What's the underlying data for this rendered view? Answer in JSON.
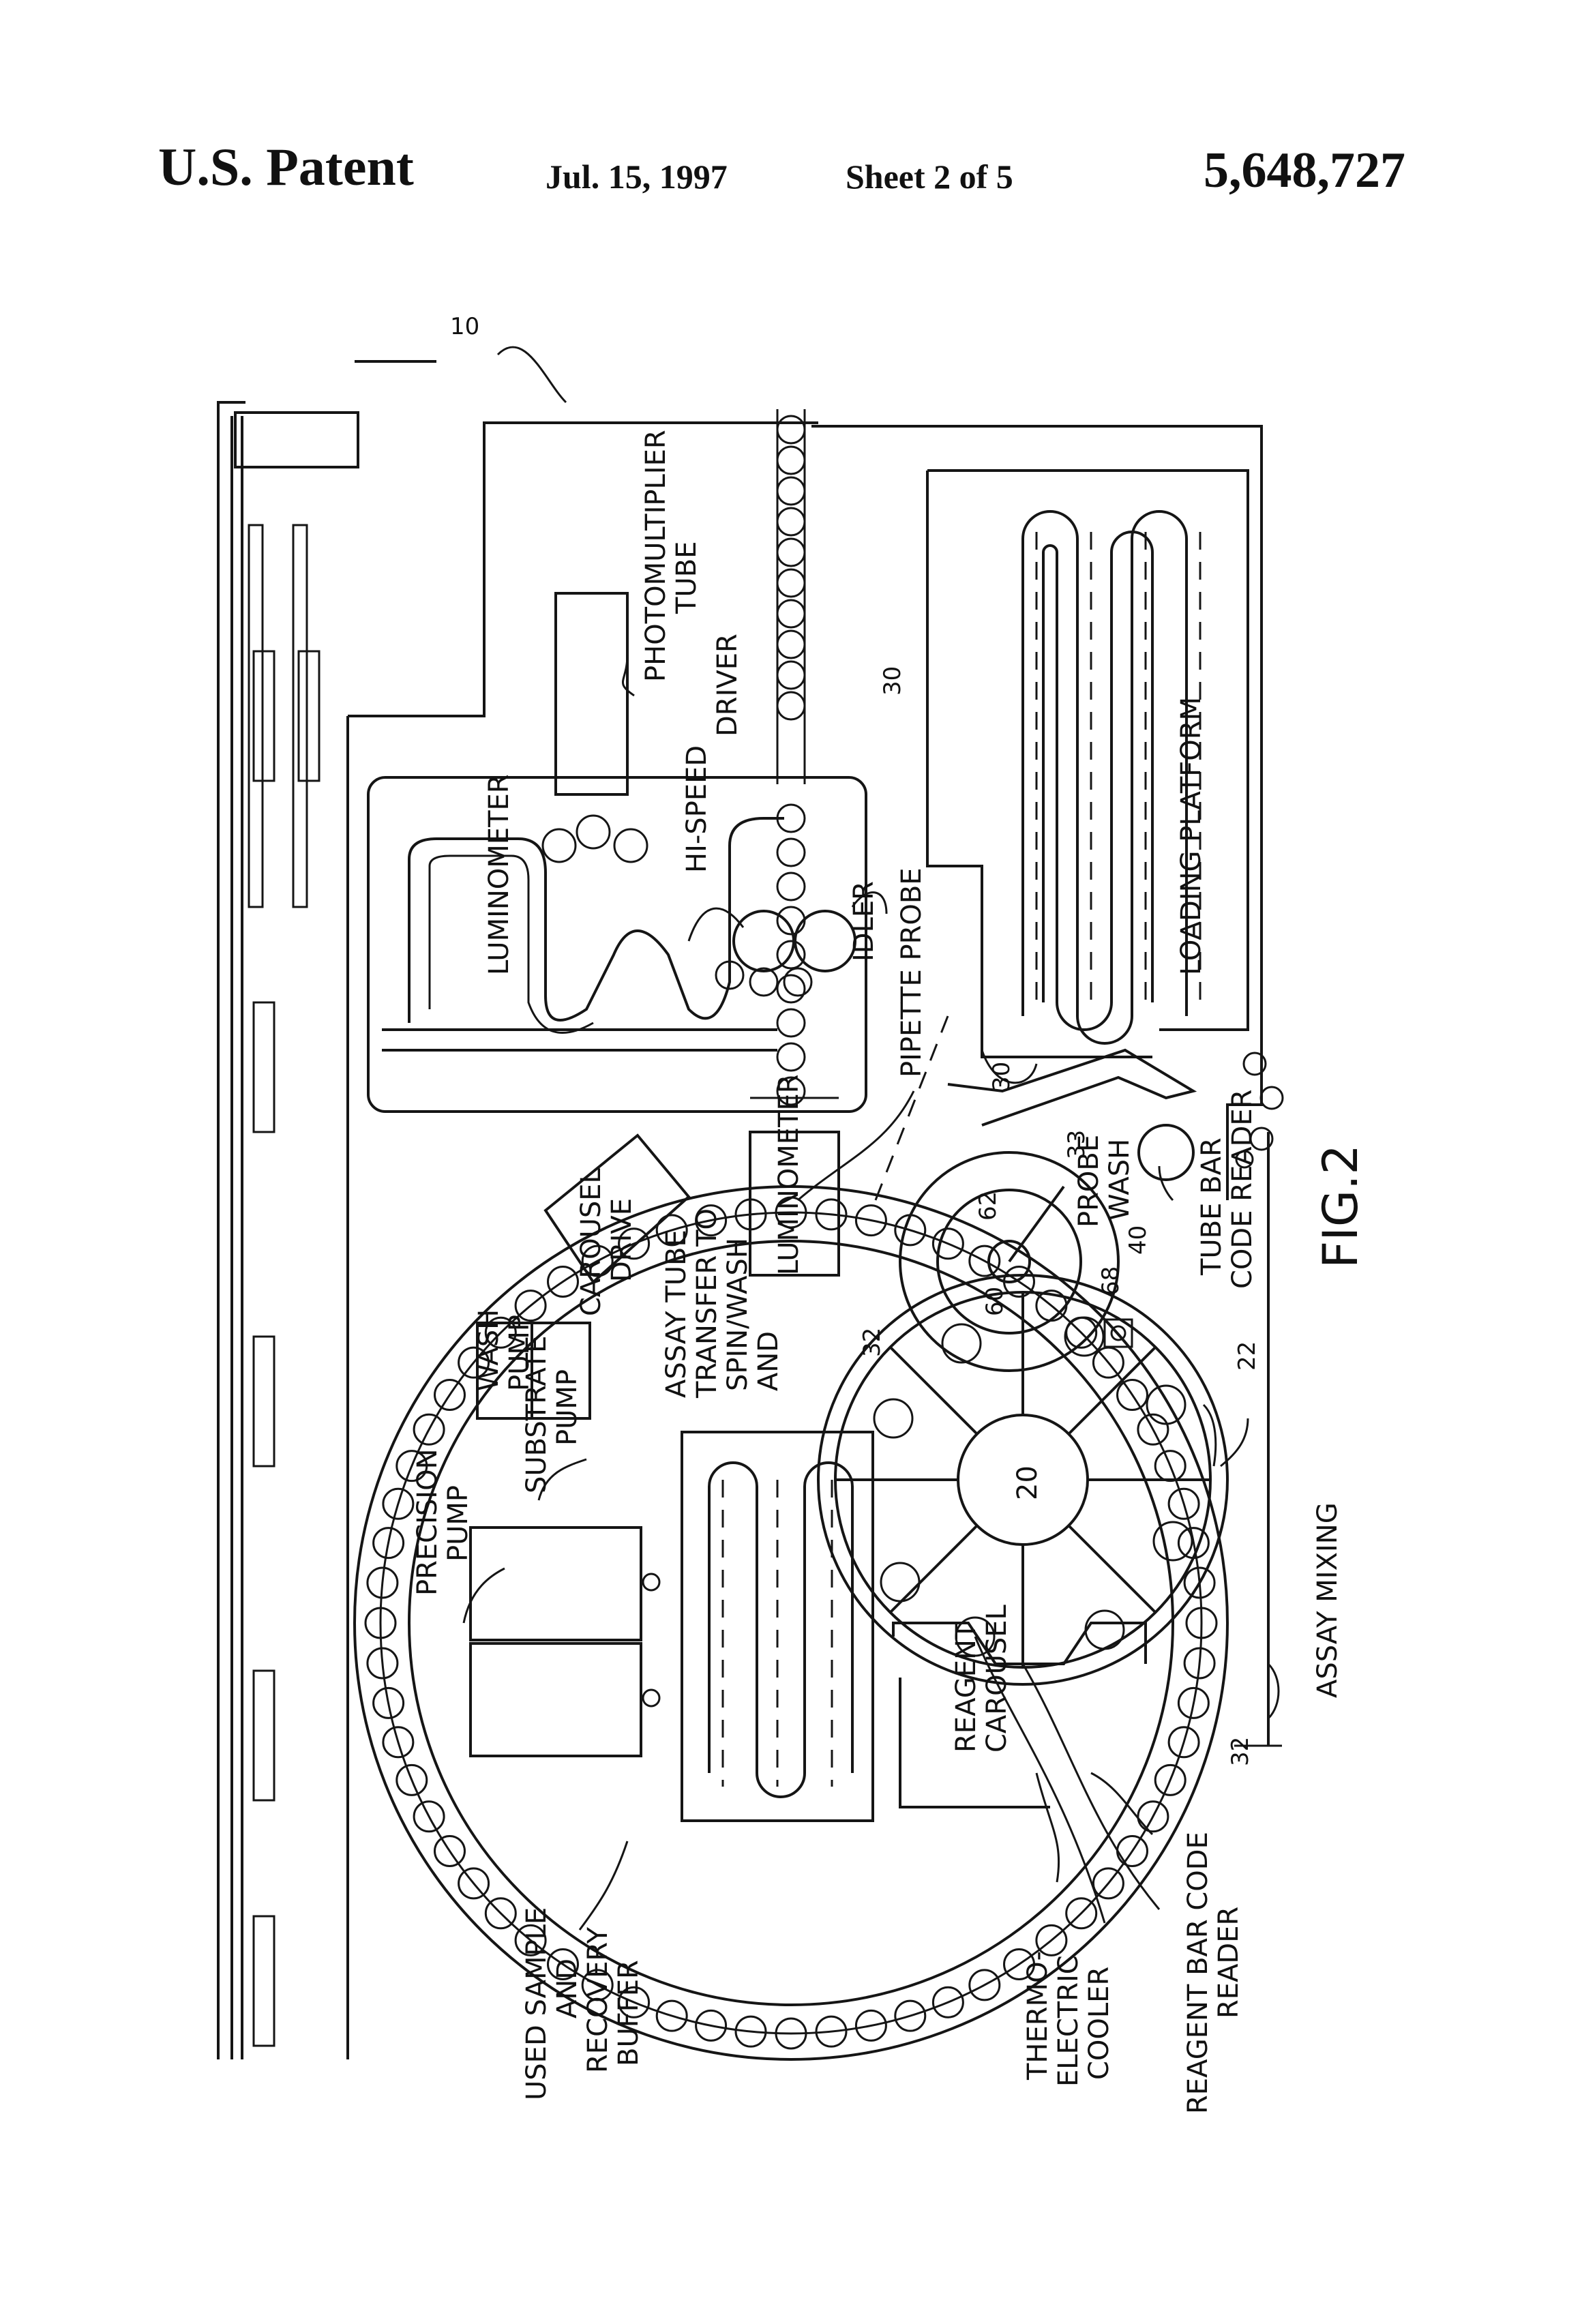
{
  "header": {
    "patent_label": "U.S. Patent",
    "date": "Jul. 15, 1997",
    "sheet": "Sheet 2 of 5",
    "patent_number": "5,648,727"
  },
  "figure": {
    "fig_label": "FIG.2",
    "labels": {
      "ref_10": "10",
      "photomultiplier": "PHOTOMULTIPLIER",
      "tube": "TUBE",
      "hi_speed": "HI-SPEED",
      "driver": "DRIVER",
      "ref_30_top": "30",
      "luminometer_top": "LUMINOMETER",
      "idler": "IDLER",
      "pipette_probe": "PIPETTE PROBE",
      "loading_platform": "LOADING PLATFORM",
      "ref_30_mid": "30",
      "carousel": "CAROUSEL",
      "drive": "DRIVE",
      "luminometer_mid": "LUMINOMETER",
      "ref_33": "33",
      "probe": "PROBE",
      "wash_probe": "WASH",
      "ref_62": "62",
      "ref_40": "40",
      "tube_bar": "TUBE BAR",
      "code_reader": "CODE READER",
      "wash_pump_1": "WASH",
      "wash_pump_2": "PUMP",
      "assay_tube_1": "ASSAY TUBE",
      "assay_tube_2": "TRANSFER TO",
      "assay_tube_3": "SPIN/WASH",
      "assay_tube_4": "AND",
      "ref_60": "60",
      "ref_68": "68",
      "ref_32_a": "32",
      "substrate": "SUBSTRATE",
      "pump_sub": "PUMP",
      "ref_22": "22",
      "ref_20": "20",
      "precision": "PRECISION",
      "pump_prec": "PUMP",
      "assay_mixing": "ASSAY MIXING",
      "reagent": "REAGENT",
      "carousel_r": "CAROUSEL",
      "ref_32_b": "32",
      "used_1": "USED SAMPLE",
      "used_2": "AND",
      "used_3": "RECOVERY",
      "used_4": "BUFFER",
      "thermo_1": "THERMO-",
      "thermo_2": "ELECTRIC",
      "thermo_3": "COOLER",
      "rbc_1": "REAGENT BAR CODE",
      "rbc_2": "READER"
    }
  }
}
